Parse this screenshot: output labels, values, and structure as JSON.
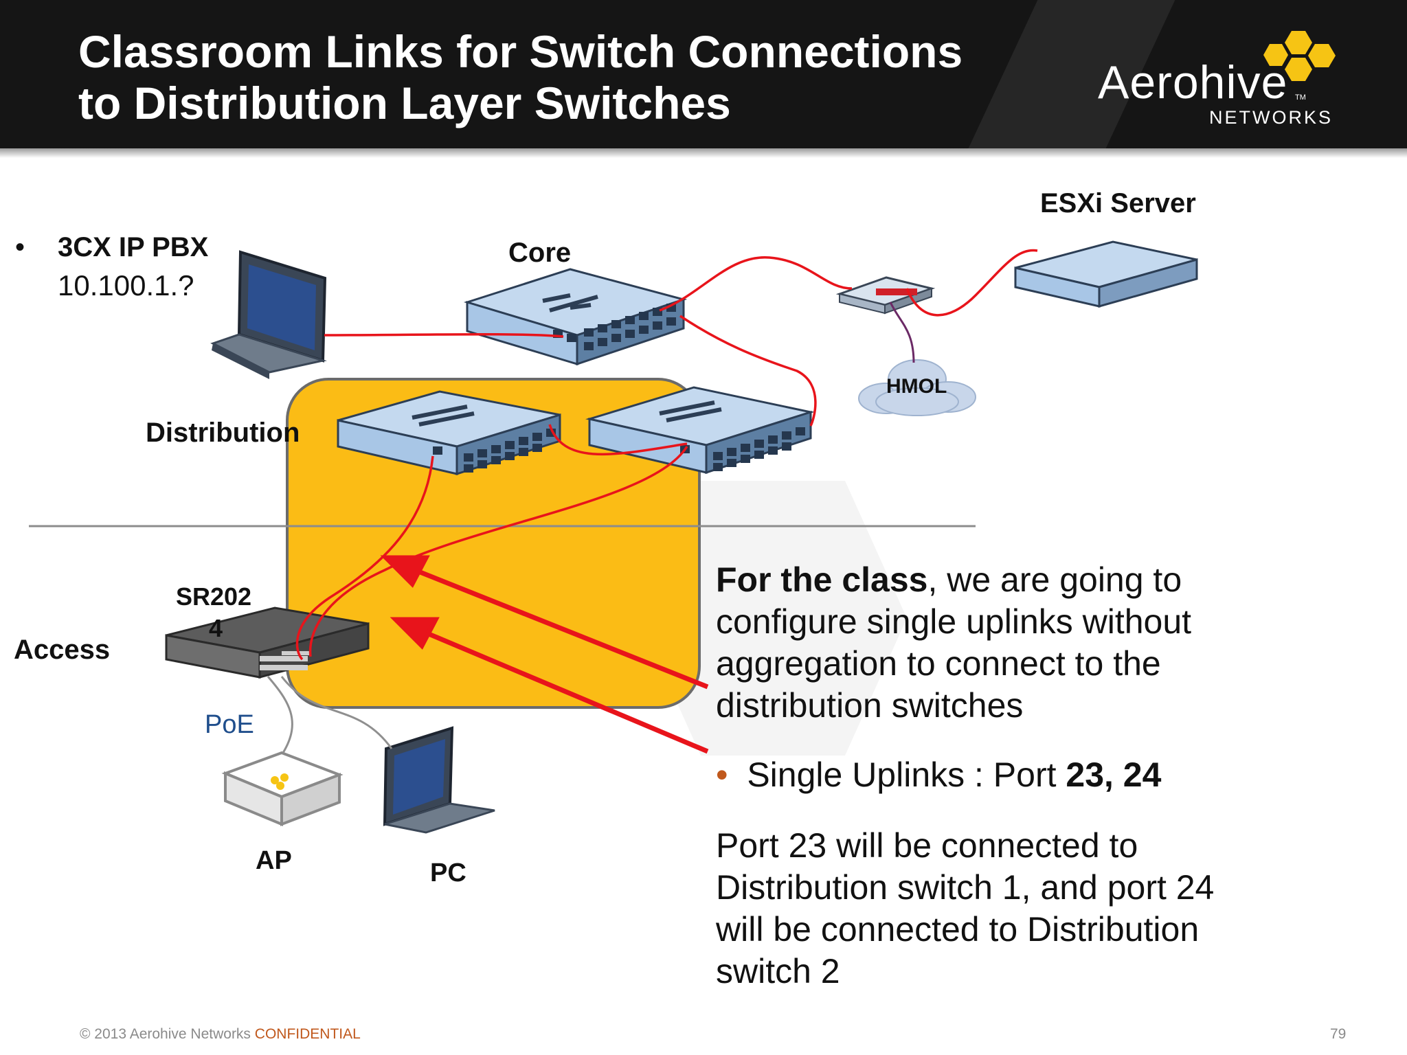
{
  "slide": {
    "title_line1": "Classroom Links for Switch Connections",
    "title_line2": "to Distribution Layer Switches",
    "logo": {
      "name": "Aerohive",
      "tm": "TM",
      "sub": "NETWORKS"
    }
  },
  "diagram": {
    "pbx_bullet": "•",
    "pbx_name": "3CX IP PBX",
    "pbx_ip": "10.100.1.?",
    "core": "Core",
    "esxi": "ESXi Server",
    "hmol": "HMOL",
    "distribution": "Distribution",
    "access": "Access",
    "sr_line1": "SR202",
    "sr_line2": "4",
    "poe": "PoE",
    "ap": "AP",
    "pc": "PC"
  },
  "text": {
    "para1_bold": "For the class",
    "para1_rest": ", we are going to configure single uplinks without aggregation to connect to the distribution switches",
    "bullet_dot": "•",
    "bullet_text": "Single Uplinks : Port ",
    "bullet_bold": "23, 24",
    "para2": "Port 23 will be connected to Distribution switch 1,  and port 24 will be connected to Distribution switch 2"
  },
  "footer": {
    "copyright": "© 2013 Aerohive Networks",
    "confidential": "CONFIDENTIAL",
    "page": "79"
  },
  "colors": {
    "header_bg": "#151515",
    "highlight": "#fbbc15",
    "cable": "#e8141b",
    "switch_blue": "#a8c6e6",
    "accent_orange": "#c0581c",
    "logo_yellow": "#f6c414"
  }
}
